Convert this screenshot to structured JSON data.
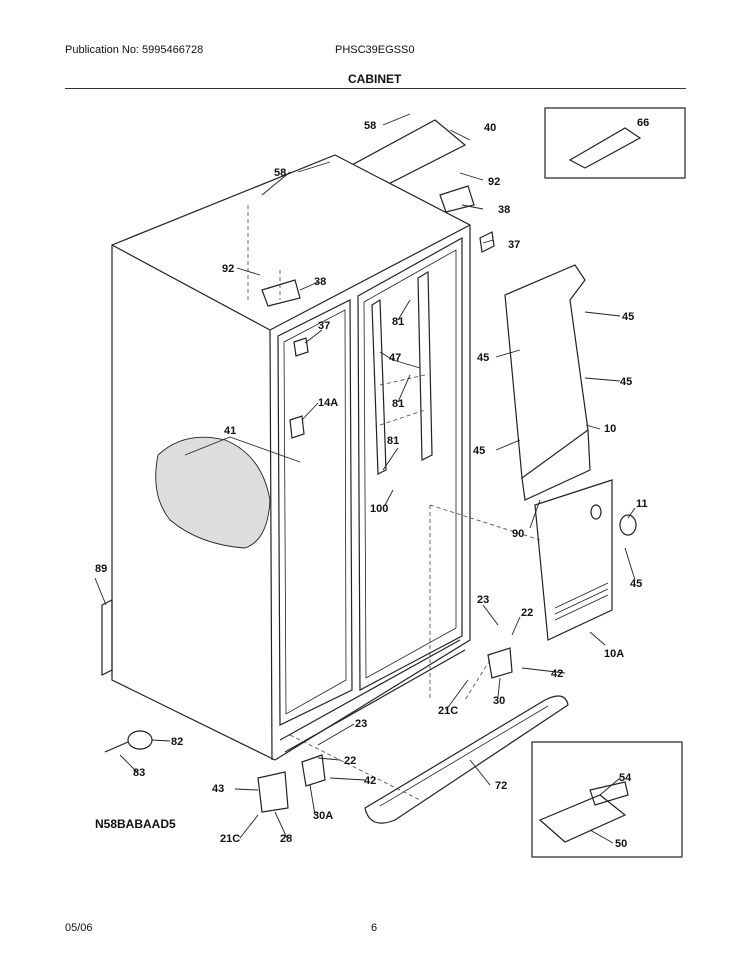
{
  "header": {
    "publication": "Publication No: 5995466728",
    "model": "PHSC39EGSS0",
    "section_title": "CABINET"
  },
  "drawing_code": "N58BABAAD5",
  "footer": {
    "date": "05/06",
    "page": "6"
  },
  "labels": {
    "l58a": "58",
    "l40": "40",
    "l66": "66",
    "l58b": "58",
    "l92a": "92",
    "l38a": "38",
    "l37a": "37",
    "l92b": "92",
    "l38b": "38",
    "l45a": "45",
    "l37b": "37",
    "l81a": "81",
    "l47": "47",
    "l45b": "45",
    "l45c": "45",
    "l14a": "14A",
    "l81b": "81",
    "l10": "10",
    "l41": "41",
    "l81c": "81",
    "l45d": "45",
    "l11": "11",
    "l100": "100",
    "l90": "90",
    "l89": "89",
    "l45e": "45",
    "l23a": "23",
    "l22a": "22",
    "l10a": "10A",
    "l42a": "42",
    "l30": "30",
    "l21ca": "21C",
    "l23b": "23",
    "l82": "82",
    "l22b": "22",
    "l54": "54",
    "l83": "83",
    "l42b": "42",
    "l72": "72",
    "l43": "43",
    "l30a": "30A",
    "l50": "50",
    "l21cb": "21C",
    "l28": "28"
  }
}
